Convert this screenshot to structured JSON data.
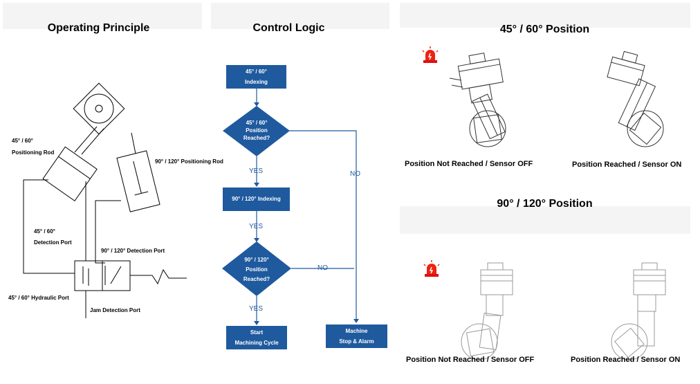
{
  "principle": {
    "title": "Operating Principle",
    "labels": {
      "rod_45": [
        "45° / 60°",
        "Positioning Rod"
      ],
      "rod_90": "90° / 120° Positioning Rod",
      "detect_45": [
        "45° / 60°",
        "Detection Port"
      ],
      "detect_90": "90° / 120° Detection Port",
      "hydraulic": "45° / 60° Hydraulic Port",
      "jam": "Jam Detection Port"
    }
  },
  "logic": {
    "title": "Control Logic",
    "box_indexing_45": [
      "45° / 60°",
      "Indexing"
    ],
    "diamond_45": [
      "45° / 60°",
      "Position",
      "Reached?"
    ],
    "yes1": "YES",
    "box_indexing_90": "90° / 120° Indexing",
    "yes2": "YES",
    "diamond_90": [
      "90° / 120°",
      "Position",
      "Reached?"
    ],
    "yes3": "YES",
    "no1": "NO",
    "no2": "NO",
    "box_start": [
      "Start",
      "Machining Cycle"
    ],
    "box_stop": [
      "Machine",
      "Stop & Alarm"
    ],
    "colors": {
      "accent": "#1f5a9e"
    }
  },
  "pos45": {
    "title": "45° / 60° Position",
    "left_caption": "Position Not Reached / Sensor OFF",
    "right_caption": "Position Reached / Sensor ON",
    "alarm_icon": "alarm-light-icon"
  },
  "pos90": {
    "title": "90° / 120° Position",
    "left_caption": "Position Not Reached / Sensor OFF",
    "right_caption": "Position Reached / Sensor ON",
    "alarm_icon": "alarm-light-icon"
  }
}
